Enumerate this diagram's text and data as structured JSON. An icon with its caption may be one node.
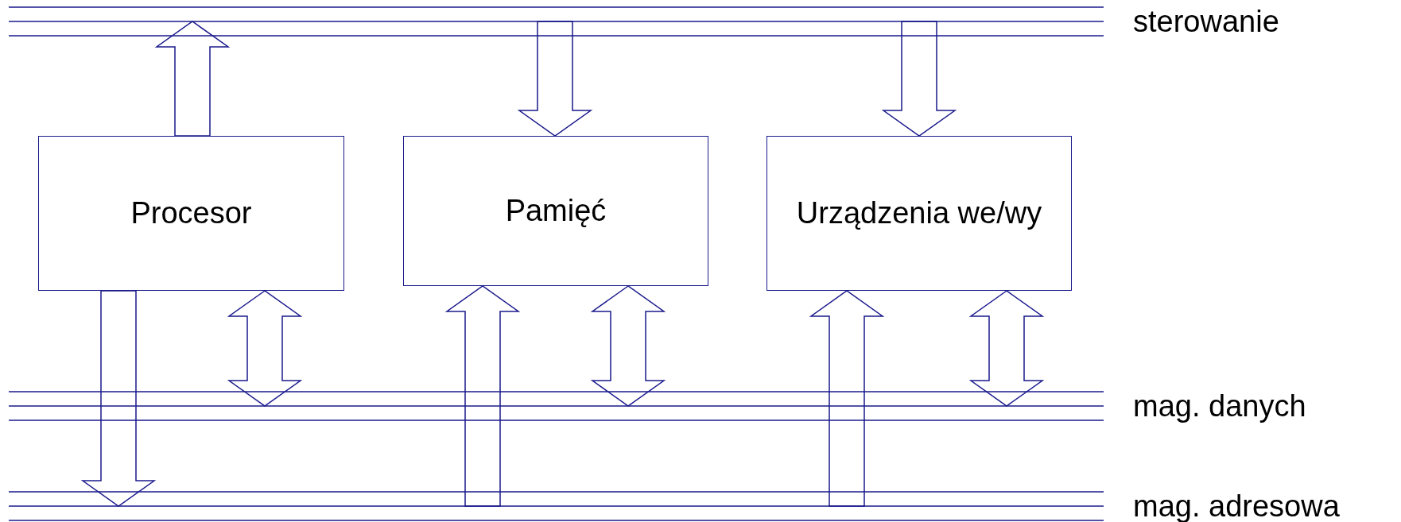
{
  "diagram": {
    "nodes": [
      {
        "text": [
          "sterowanie"
        ]
      },
      {
        "text": [
          "Procesor"
        ]
      },
      {
        "text": [
          "Pamięć"
        ]
      },
      {
        "text": [
          "Urządzenia we/wy"
        ]
      },
      {
        "text": [
          "mag. danych"
        ]
      },
      {
        "text": [
          "mag. adresowa"
        ]
      }
    ],
    "edges": [
      {
        "from": 1,
        "to": 0,
        "arrow": "to"
      },
      {
        "from": 0,
        "to": 2,
        "arrow": "to"
      },
      {
        "from": 0,
        "to": 3,
        "arrow": "to"
      },
      {
        "from": 1,
        "to": 5,
        "arrow": "to"
      },
      {
        "from": 1,
        "to": 4,
        "arrow": "both"
      },
      {
        "from": 5,
        "to": 2,
        "arrow": "to"
      },
      {
        "from": 2,
        "to": 4,
        "arrow": "both"
      },
      {
        "from": 5,
        "to": 3,
        "arrow": "to"
      },
      {
        "from": 3,
        "to": 4,
        "arrow": "both"
      }
    ]
  }
}
